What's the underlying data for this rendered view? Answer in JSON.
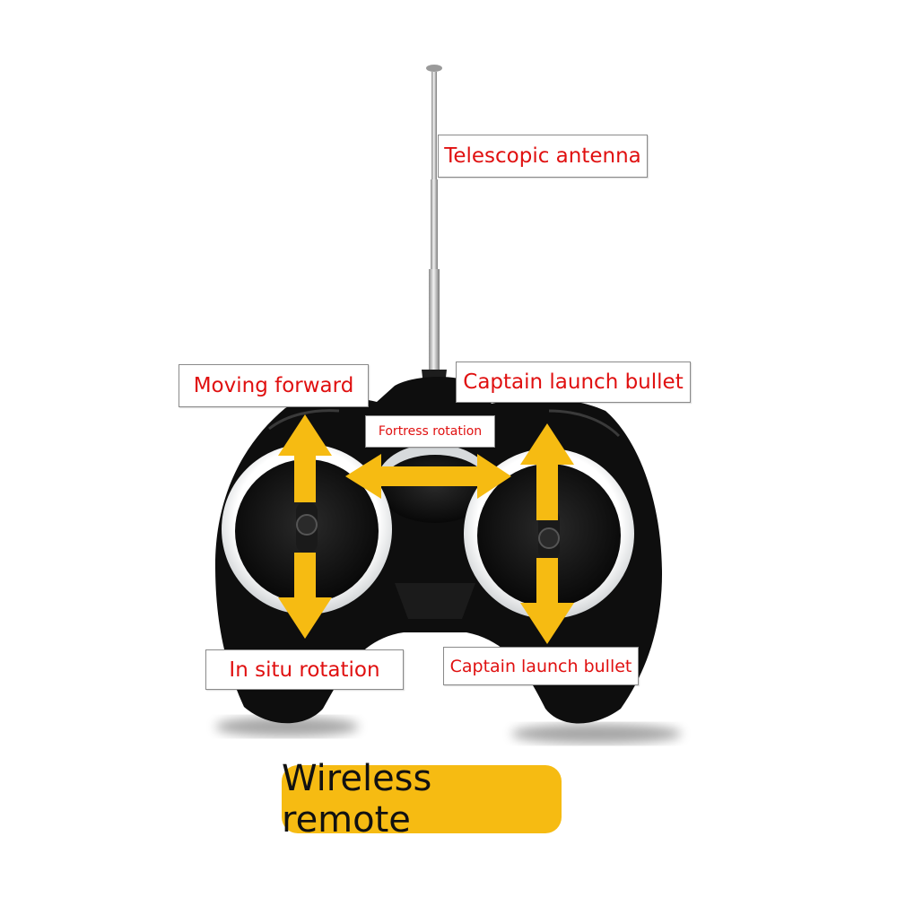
{
  "labels": {
    "telescopic_antenna": "Telescopic antenna",
    "moving_forward": "Moving forward",
    "captain_launch_bullet_top": "Captain launch bullet",
    "fortress_rotation": "Fortress rotation",
    "in_situ_rotation": "In situ rotation",
    "captain_launch_bullet_bottom": "Captain launch bullet"
  },
  "title": "Wireless remote",
  "colors": {
    "label_text": "#e01010",
    "arrow": "#f6bb12",
    "title_background": "#f6bb12",
    "controller_body": "#0e0e0e"
  }
}
